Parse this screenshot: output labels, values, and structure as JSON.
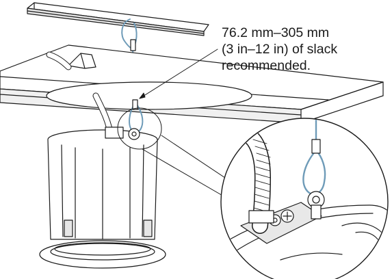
{
  "callout": {
    "line1": "76.2 mm–305 mm",
    "line2": "(3 in–12 in) of slack",
    "line3": "recommended."
  },
  "colors": {
    "cable": "#6e9bb8",
    "outline": "#1a1a1a",
    "fill": "#ffffff",
    "shade": "#d9d9d9"
  }
}
